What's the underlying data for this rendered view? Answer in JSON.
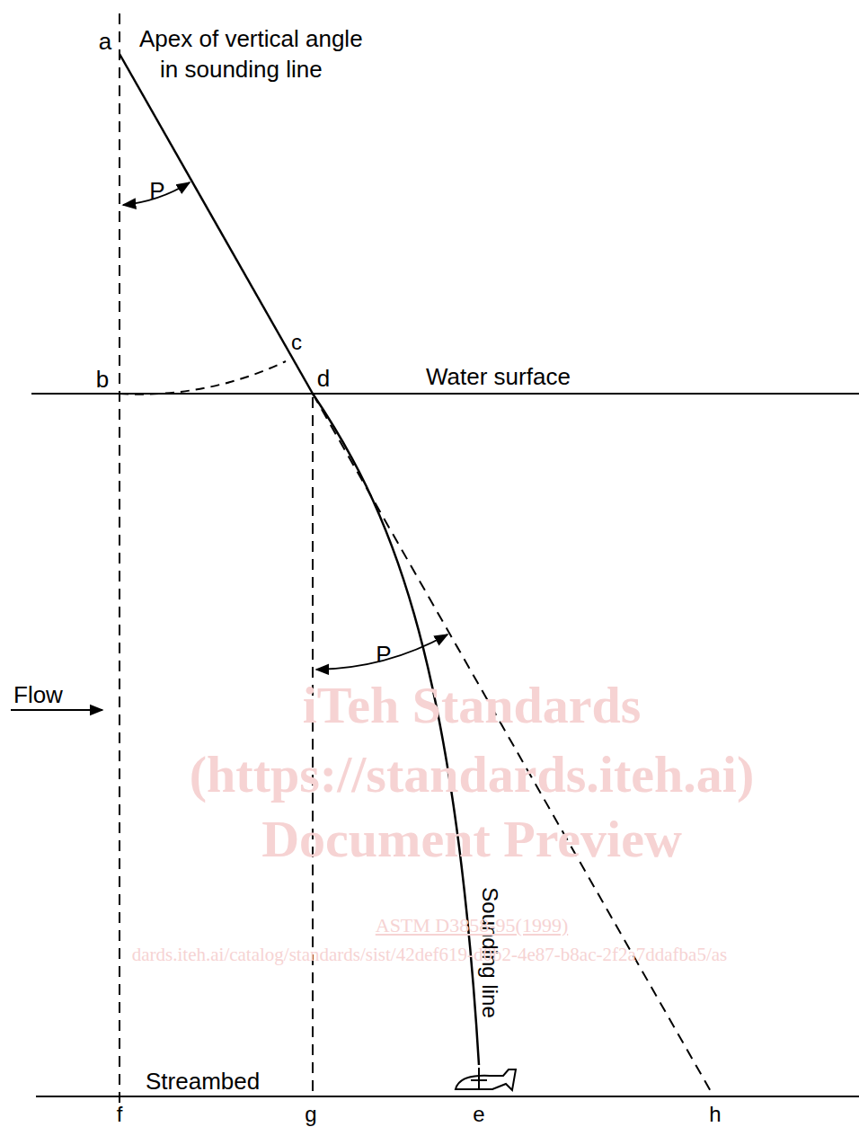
{
  "diagram": {
    "labels": [
      "a",
      "Apex of vertical angle",
      "in sounding line",
      "P",
      "c",
      "b",
      "d",
      "Water surface",
      "P",
      "Flow",
      "Sounding line",
      "Streambed",
      "f",
      "g",
      "e",
      "h",
      "iTeh Standards",
      "(https://standards.iteh.ai)",
      "Document Preview",
      "ASTM D3858-95(1999)",
      "dards.iteh.ai/catalog/standards/sist/42def619-d0b2-4e87-b8ac-2f2a7ddafba5/as"
    ]
  }
}
